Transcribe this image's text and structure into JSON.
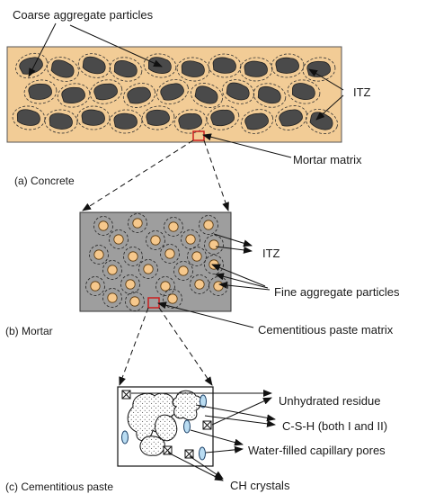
{
  "panels": {
    "concrete": {
      "caption": "(a) Concrete",
      "labels": {
        "coarse": "Coarse aggregate particles",
        "itz": "ITZ",
        "mortar_matrix": "Mortar matrix"
      }
    },
    "mortar": {
      "caption": "(b) Mortar",
      "labels": {
        "itz": "ITZ",
        "fine": "Fine aggregate particles",
        "paste_matrix": "Cementitious paste matrix"
      }
    },
    "paste": {
      "caption": "(c) Cementitious paste",
      "labels": {
        "unhydrated": "Unhydrated residue",
        "csh": "C-S-H (both I and II)",
        "pores": "Water-filled capillary pores",
        "ch": "CH crystals"
      }
    }
  },
  "colors": {
    "concrete_fill": "#f2cc96",
    "coarse_aggregate": "#4a4a4a",
    "mortar_fill": "#9e9e9e",
    "fine_aggregate": "#f6c88c",
    "pore_fill": "#b9dcf2",
    "line": "#111111",
    "selection_box": "#cc1f1f"
  }
}
